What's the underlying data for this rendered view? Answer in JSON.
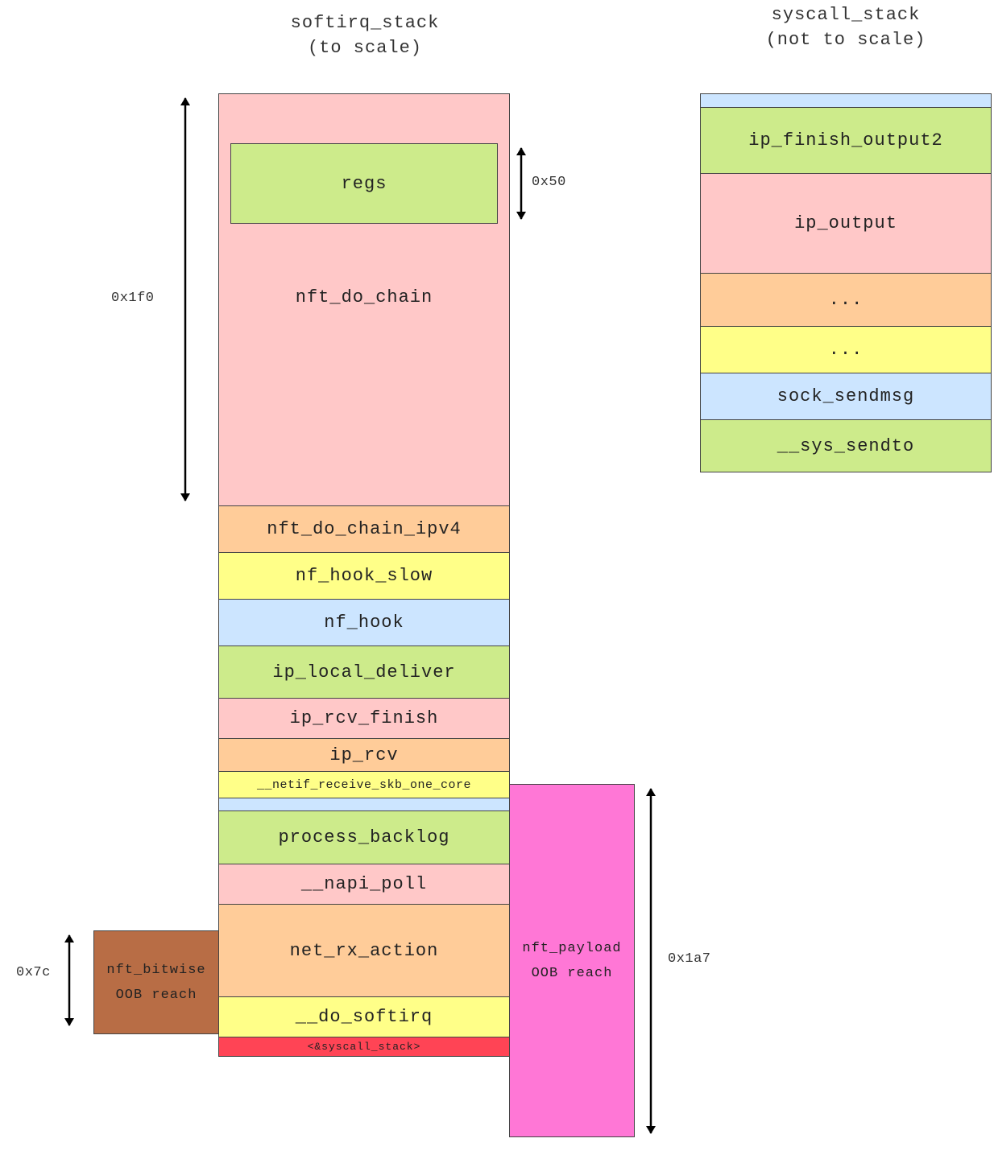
{
  "titles": {
    "softirq": [
      "softirq_stack",
      "(to scale)"
    ],
    "syscall": [
      "syscall_stack",
      "(not to scale)"
    ]
  },
  "colors": {
    "pink": "#ffc8c8",
    "green": "#cdeb8b",
    "orange": "#ffcc99",
    "yellow": "#ffff88",
    "blue": "#cce5ff",
    "red": "#ff4455",
    "brown": "#b86d45",
    "magenta": "#ff77d6"
  },
  "softirq_stack": {
    "frames": [
      "nft_do_chain",
      "nft_do_chain_ipv4",
      "nf_hook_slow",
      "nf_hook",
      "ip_local_deliver",
      "ip_rcv_finish",
      "ip_rcv",
      "__netif_receive_skb_one_core",
      "",
      "process_backlog",
      "__napi_poll",
      "net_rx_action",
      "__do_softirq",
      "<&syscall_stack>"
    ],
    "regs": "regs"
  },
  "syscall_stack": {
    "frames": [
      "",
      "ip_finish_output2",
      "ip_output",
      "...",
      "...",
      "sock_sendmsg",
      "__sys_sendto"
    ]
  },
  "oob": {
    "bitwise": [
      "nft_bitwise",
      "OOB reach"
    ],
    "payload": [
      "nft_payload",
      "OOB reach"
    ]
  },
  "dimensions": {
    "nft_do_chain_size": "0x1f0",
    "regs_size": "0x50",
    "bitwise_reach": "0x7c",
    "payload_reach": "0x1a7"
  }
}
